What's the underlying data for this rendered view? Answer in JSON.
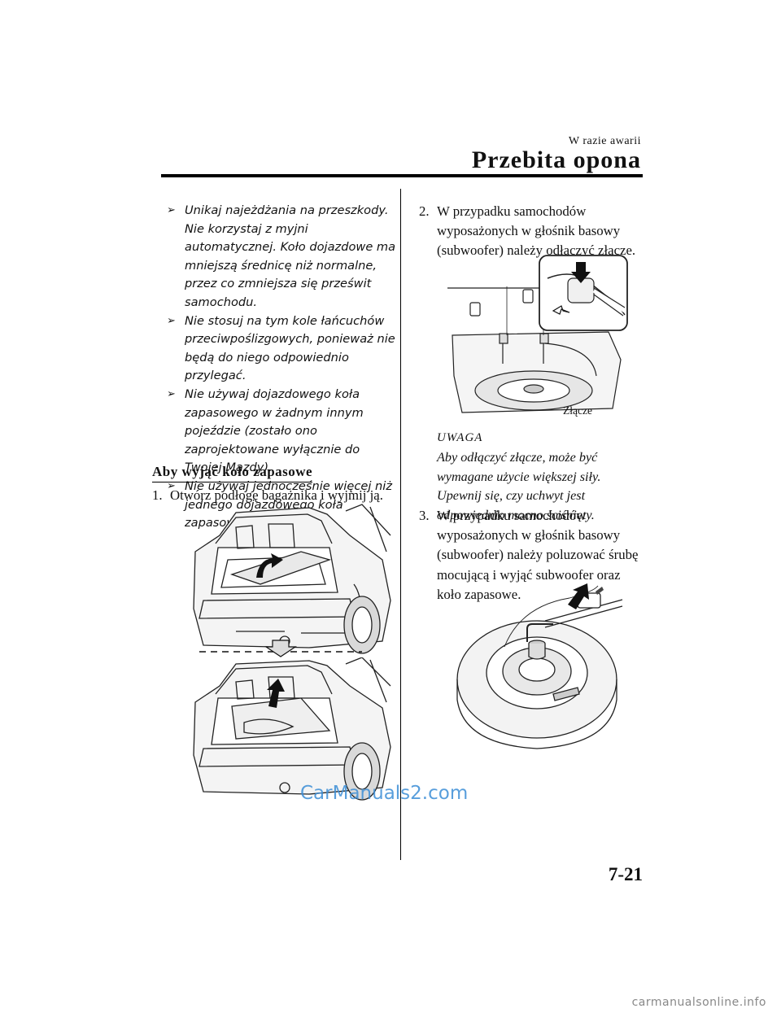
{
  "header": {
    "section_small": "W razie awarii",
    "section_big": "Przebita opona"
  },
  "bullets": [
    "Unikaj najeżdżania na przeszkody. Nie korzystaj z myjni automatycznej. Koło dojazdowe ma mniejszą średnicę niż normalne, przez co zmniejsza się prześwit samochodu.",
    "Nie stosuj na tym kole łańcuchów przeciwpoślizgowych, ponieważ nie będą do niego odpowiednio przylegać.",
    "Nie używaj dojazdowego koła zapasowego w żadnym innym pojeździe (zostało ono zaprojektowane wyłącznie do Twojej Mazdy).",
    "Nie używaj jednocześnie więcej niż jednego dojazdowego koła zapasowego."
  ],
  "bullet_mark": "➢",
  "subheading": "Aby wyjąć koło zapasowe",
  "steps": [
    {
      "num": "1.",
      "text": "Otwórz podłogę bagażnika i wyjmij ją."
    },
    {
      "num": "2.",
      "text": "W przypadku samochodów wyposażonych w głośnik basowy (subwoofer) należy odłączyć złącze."
    },
    {
      "num": "3.",
      "text": "W przypadku samochodów wyposażonych w głośnik basowy (subwoofer) należy poluzować śrubę mocującą i wyjąć subwoofer oraz koło zapasowe."
    }
  ],
  "note": {
    "title": "UWAGA",
    "text": "Aby odłączyć złącze, może być wymagane użycie większej siły. Upewnij się, czy uchwyt jest odpowiednio mocno ściśnięty."
  },
  "figure_label": "Złącze",
  "watermark": "CarManuals2.com",
  "page_number": "7-21",
  "footer_logo": "carmanualsonline.info"
}
